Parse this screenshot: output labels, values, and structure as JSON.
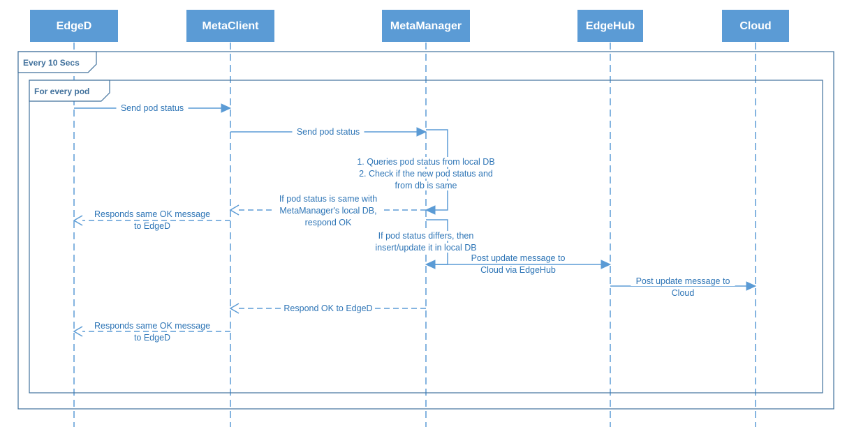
{
  "participants": [
    {
      "id": "edged",
      "name": "EdgeD"
    },
    {
      "id": "metaclient",
      "name": "MetaClient"
    },
    {
      "id": "metamanager",
      "name": "MetaManager"
    },
    {
      "id": "edgehub",
      "name": "EdgeHub"
    },
    {
      "id": "cloud",
      "name": "Cloud"
    }
  ],
  "frames": {
    "outer_label": "Every 10 Secs",
    "inner_label": "For every pod"
  },
  "messages": [
    {
      "id": "m1",
      "from": "edged",
      "to": "metaclient",
      "style": "solid",
      "lines": [
        "Send pod status"
      ]
    },
    {
      "id": "m2",
      "from": "metaclient",
      "to": "metamanager",
      "style": "solid",
      "lines": [
        "Send pod status"
      ]
    },
    {
      "id": "m3",
      "from": "metamanager",
      "to": "metamanager",
      "style": "self",
      "lines": [
        "1. Queries pod status from local DB",
        "2. Check if the new pod status and",
        "from db is same"
      ]
    },
    {
      "id": "m4",
      "from": "metamanager",
      "to": "metaclient",
      "style": "dashed",
      "lines": [
        "If pod status is same with",
        "MetaManager's local DB,",
        "respond OK"
      ]
    },
    {
      "id": "m5",
      "from": "metaclient",
      "to": "edged",
      "style": "dashed",
      "lines": [
        "Responds same OK message",
        "to EdgeD"
      ]
    },
    {
      "id": "m6",
      "from": "metamanager",
      "to": "metamanager",
      "style": "self",
      "lines": [
        "If pod status differs, then",
        "insert/update it in local DB"
      ]
    },
    {
      "id": "m7",
      "from": "metamanager",
      "to": "edgehub",
      "style": "solid",
      "lines": [
        "Post update message to",
        "Cloud via EdgeHub"
      ]
    },
    {
      "id": "m8",
      "from": "edgehub",
      "to": "cloud",
      "style": "solid",
      "lines": [
        "Post update message to",
        "Cloud"
      ]
    },
    {
      "id": "m9",
      "from": "metamanager",
      "to": "metaclient",
      "style": "dashed",
      "lines": [
        "Respond OK to EdgeD"
      ]
    },
    {
      "id": "m10",
      "from": "metaclient",
      "to": "edged",
      "style": "dashed",
      "lines": [
        "Responds same OK message",
        "to EdgeD"
      ]
    }
  ],
  "colors": {
    "participant_fill": "#5b9bd5",
    "participant_text": "#ffffff",
    "line": "#5b9bd5",
    "frame": "#41719c",
    "label_text": "#2e75b6"
  }
}
